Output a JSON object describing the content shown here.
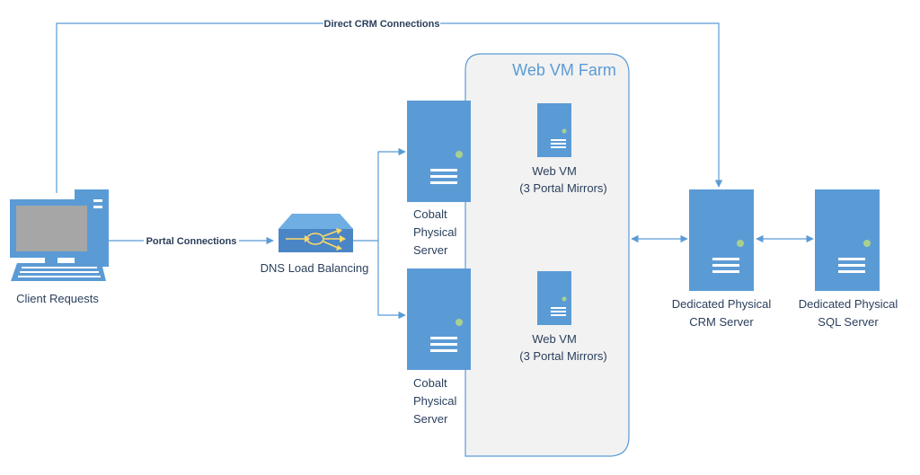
{
  "diagram": {
    "farm_title": "Web VM Farm",
    "edges": {
      "direct_crm": "Direct CRM Connections",
      "portal": "Portal Connections"
    },
    "nodes": {
      "client": {
        "label": "Client Requests"
      },
      "dns": {
        "label": "DNS Load Balancing"
      },
      "cobalt_top": {
        "lines": [
          "Cobalt",
          "Physical",
          "Server"
        ]
      },
      "cobalt_bottom": {
        "lines": [
          "Cobalt",
          "Physical",
          "Server"
        ]
      },
      "webvm_top": {
        "lines": [
          "Web VM",
          "(3 Portal Mirrors)"
        ]
      },
      "webvm_bottom": {
        "lines": [
          "Web VM",
          "(3 Portal Mirrors)"
        ]
      },
      "crm_server": {
        "lines": [
          "Dedicated Physical",
          "CRM Server"
        ]
      },
      "sql_server": {
        "lines": [
          "Dedicated Physical",
          "SQL Server"
        ]
      }
    },
    "colors": {
      "server_fill": "#5b9bd5",
      "server_light": "#a9d18e",
      "connector": "#5b9bd5",
      "farm_fill": "#f2f2f2",
      "farm_stroke": "#5b9bd5",
      "text": "#2a3f5c"
    }
  }
}
